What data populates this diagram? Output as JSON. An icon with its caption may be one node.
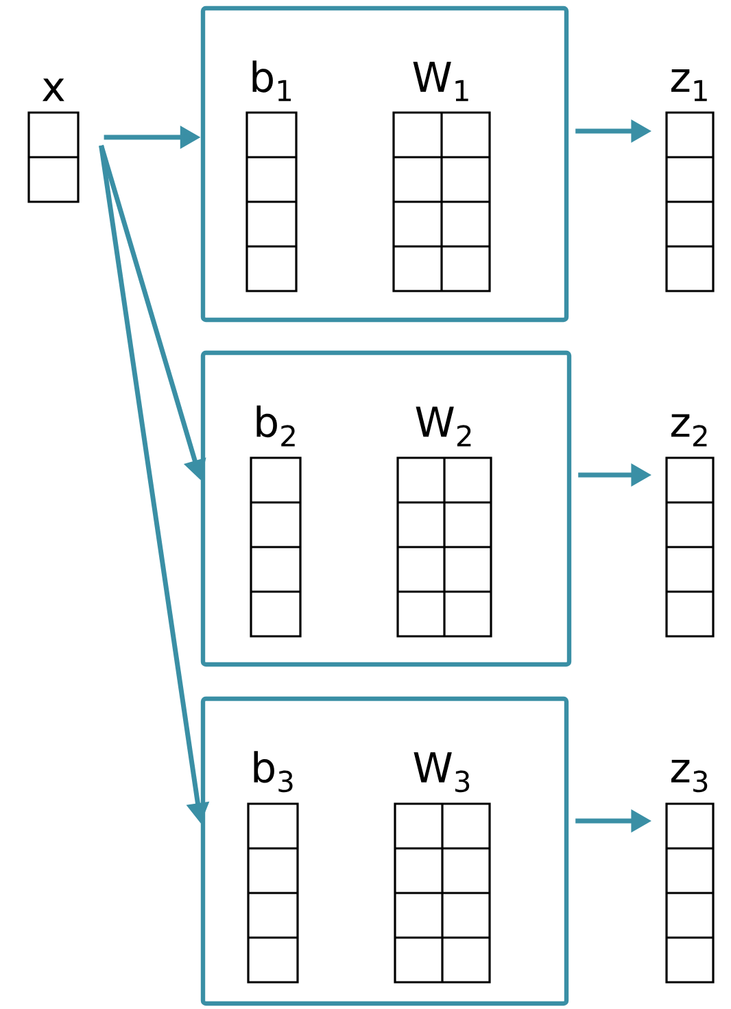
{
  "diagram": {
    "nodes": [
      {
        "text": [
          "x"
        ]
      },
      {
        "text": [],
        "shape": "box"
      },
      {
        "text": [
          "b$_{1}$"
        ],
        "in": 1
      },
      {
        "text": [
          "W$_{1}$"
        ],
        "in": 1
      },
      {
        "text": [
          "z$_{1}$"
        ]
      },
      {
        "text": [],
        "shape": "box"
      },
      {
        "text": [
          "b$_{2}$"
        ],
        "in": 5
      },
      {
        "text": [
          "W$_{2}$"
        ],
        "in": 5
      },
      {
        "text": [
          "z$_{2}$"
        ]
      },
      {
        "text": [],
        "shape": "box"
      },
      {
        "text": [
          "b$_{3}$"
        ],
        "in": 9
      },
      {
        "text": [
          "W$_{3}$"
        ],
        "in": 9
      },
      {
        "text": [
          "z$_{3}$"
        ]
      }
    ],
    "edges": [
      {
        "from": 0,
        "to": 1,
        "arrow": "to"
      },
      {
        "from": 0,
        "to": 5,
        "arrow": "to"
      },
      {
        "from": 0,
        "to": 9,
        "arrow": "to"
      },
      {
        "from": 1,
        "to": 4,
        "arrow": "to"
      },
      {
        "from": 5,
        "to": 8,
        "arrow": "to"
      },
      {
        "from": 9,
        "to": 12,
        "arrow": "to"
      }
    ]
  }
}
